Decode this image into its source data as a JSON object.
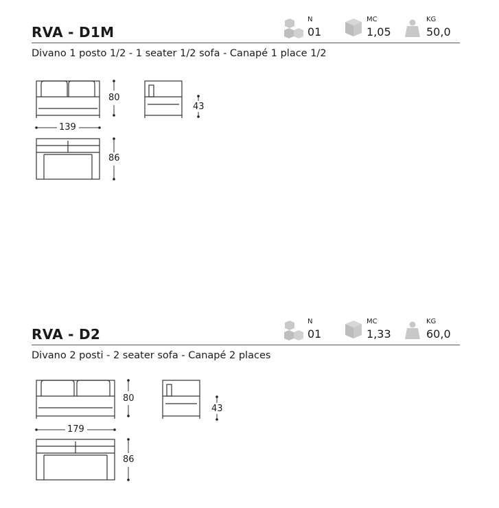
{
  "products": [
    {
      "code": "RVA - D1M",
      "description": "Divano 1 posto 1/2 - 1 seater 1/2 sofa - Canapé 1 place 1/2",
      "specs": [
        {
          "label": "N",
          "value": "01",
          "icon": "boxes-icon"
        },
        {
          "label": "MC",
          "value": "1,05",
          "icon": "cube-icon"
        },
        {
          "label": "KG",
          "value": "50,0",
          "icon": "weight-icon"
        }
      ],
      "dimensions": {
        "width": "139",
        "height": "80",
        "seat_height": "43",
        "depth": "86"
      }
    },
    {
      "code": "RVA - D2",
      "description": "Divano 2 posti - 2 seater sofa - Canapé 2 places",
      "specs": [
        {
          "label": "N",
          "value": "01",
          "icon": "boxes-icon"
        },
        {
          "label": "MC",
          "value": "1,33",
          "icon": "cube-icon"
        },
        {
          "label": "KG",
          "value": "60,0",
          "icon": "weight-icon"
        }
      ],
      "dimensions": {
        "width": "179",
        "height": "80",
        "seat_height": "43",
        "depth": "86"
      }
    }
  ],
  "colors": {
    "text": "#1a1a1a",
    "icon": "#c8c8c8",
    "line": "#333333"
  }
}
